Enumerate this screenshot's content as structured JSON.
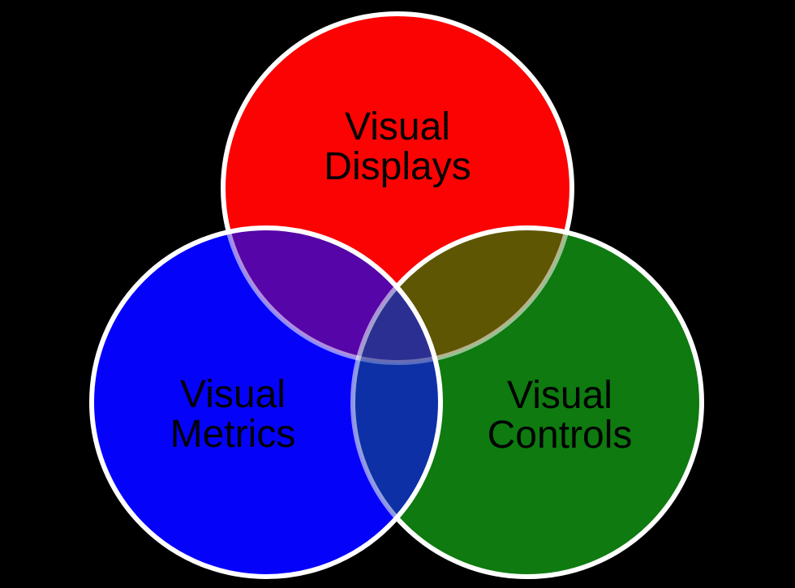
{
  "diagram": {
    "type": "venn-3-set",
    "background": "#000000",
    "ring_color": "#ffffff",
    "text_color": "#000000",
    "sets": {
      "displays": {
        "line1": "Visual",
        "line2": "Displays",
        "color": "#fb0303"
      },
      "metrics": {
        "line1": "Visual",
        "line2": "Metrics",
        "color": "#0502fa"
      },
      "controls": {
        "line1": "Visual",
        "line2": "Controls",
        "color": "#0e7a10"
      }
    },
    "overlaps": {
      "displays_metrics": {
        "color": "#5605a8"
      },
      "displays_controls": {
        "color": "#5f5604"
      },
      "metrics_controls": {
        "color": "#0d30a6"
      },
      "center": {
        "color": "#2c2f92"
      }
    }
  }
}
